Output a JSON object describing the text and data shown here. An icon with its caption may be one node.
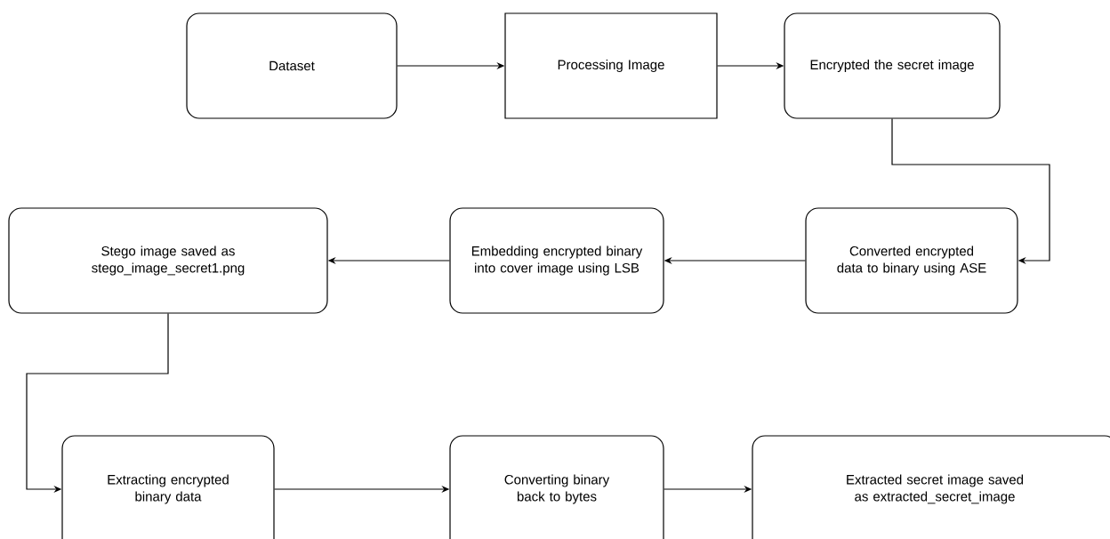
{
  "diagram": {
    "nodes": [
      {
        "text": [
          "Dataset"
        ]
      },
      {
        "text": [
          "Processing Image"
        ]
      },
      {
        "text": [
          "Encrypted the secret image"
        ]
      },
      {
        "text": [
          "Converted encrypted data to binary using ASE"
        ]
      },
      {
        "text": [
          "Embedding encrypted binary into cover image using LSB"
        ]
      },
      {
        "text": [
          "Stego image saved as stego_image_secret1.png"
        ]
      },
      {
        "text": [
          "Extracting encrypted binary data"
        ]
      },
      {
        "text": [
          "Converting binary back to bytes"
        ]
      },
      {
        "text": [
          "Extracted secret image saved as extracted_secret_image"
        ]
      }
    ],
    "edges": [
      {
        "from": 0,
        "to": 1,
        "arrow": "to"
      },
      {
        "from": 1,
        "to": 2,
        "arrow": "to"
      },
      {
        "from": 2,
        "to": 3,
        "arrow": "to"
      },
      {
        "from": 3,
        "to": 4,
        "arrow": "to"
      },
      {
        "from": 4,
        "to": 5,
        "arrow": "to"
      },
      {
        "from": 5,
        "to": 6,
        "arrow": "to"
      },
      {
        "from": 6,
        "to": 7,
        "arrow": "to"
      },
      {
        "from": 7,
        "to": 8,
        "arrow": "to"
      }
    ]
  }
}
